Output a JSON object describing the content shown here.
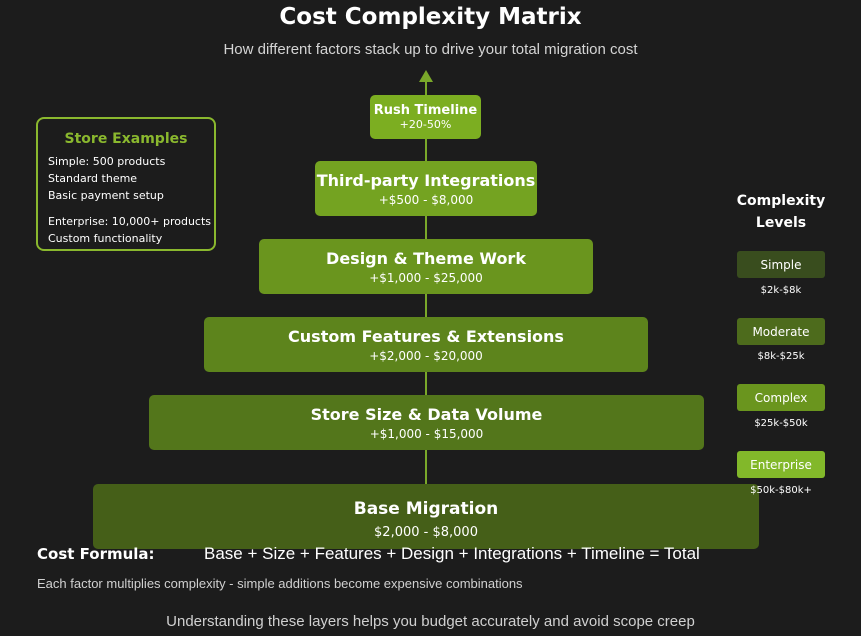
{
  "header": {
    "title": "Cost Complexity Matrix",
    "subtitle": "How different factors stack up to drive your total migration cost"
  },
  "colors": {
    "accent": "#8ab82e",
    "axis": "#7aa82a",
    "background": "#1c1c1c"
  },
  "layers": [
    {
      "name": "Rush Timeline",
      "cost": "+20-50%",
      "color": "#7cae21"
    },
    {
      "name": "Third-party Integrations",
      "cost": "+$500 - $8,000",
      "color": "#74a321"
    },
    {
      "name": "Design & Theme Work",
      "cost": "+$1,000 - $25,000",
      "color": "#6a951e"
    },
    {
      "name": "Custom Features & Extensions",
      "cost": "+$2,000 - $20,000",
      "color": "#5d841c"
    },
    {
      "name": "Store Size & Data Volume",
      "cost": "+$1,000 - $15,000",
      "color": "#53761b"
    },
    {
      "name": "Base Migration",
      "cost": "$2,000 - $8,000",
      "color": "#455f18"
    }
  ],
  "examples": {
    "title": "Store Examples",
    "lines": [
      "Simple: 500 products",
      "Standard theme",
      "Basic payment setup"
    ],
    "enterprise_lines": [
      "Enterprise: 10,000+ products",
      "Custom functionality"
    ]
  },
  "complexity": {
    "title_line1": "Complexity",
    "title_line2": "Levels",
    "levels": [
      {
        "name": "Simple",
        "range": "$2k-$8k",
        "color": "#394d1e"
      },
      {
        "name": "Moderate",
        "range": "$8k-$25k",
        "color": "#4d6b1c"
      },
      {
        "name": "Complex",
        "range": "$25k-$50k",
        "color": "#6a951e"
      },
      {
        "name": "Enterprise",
        "range": "$50k-$80k+",
        "color": "#82b82a"
      }
    ]
  },
  "formula": {
    "label": "Cost Formula:",
    "text": "Base + Size + Features + Design + Integrations + Timeline = Total",
    "note": "Each factor multiplies complexity - simple additions become expensive combinations"
  },
  "footer": {
    "text": "Understanding these layers helps you budget accurately and avoid scope creep"
  }
}
